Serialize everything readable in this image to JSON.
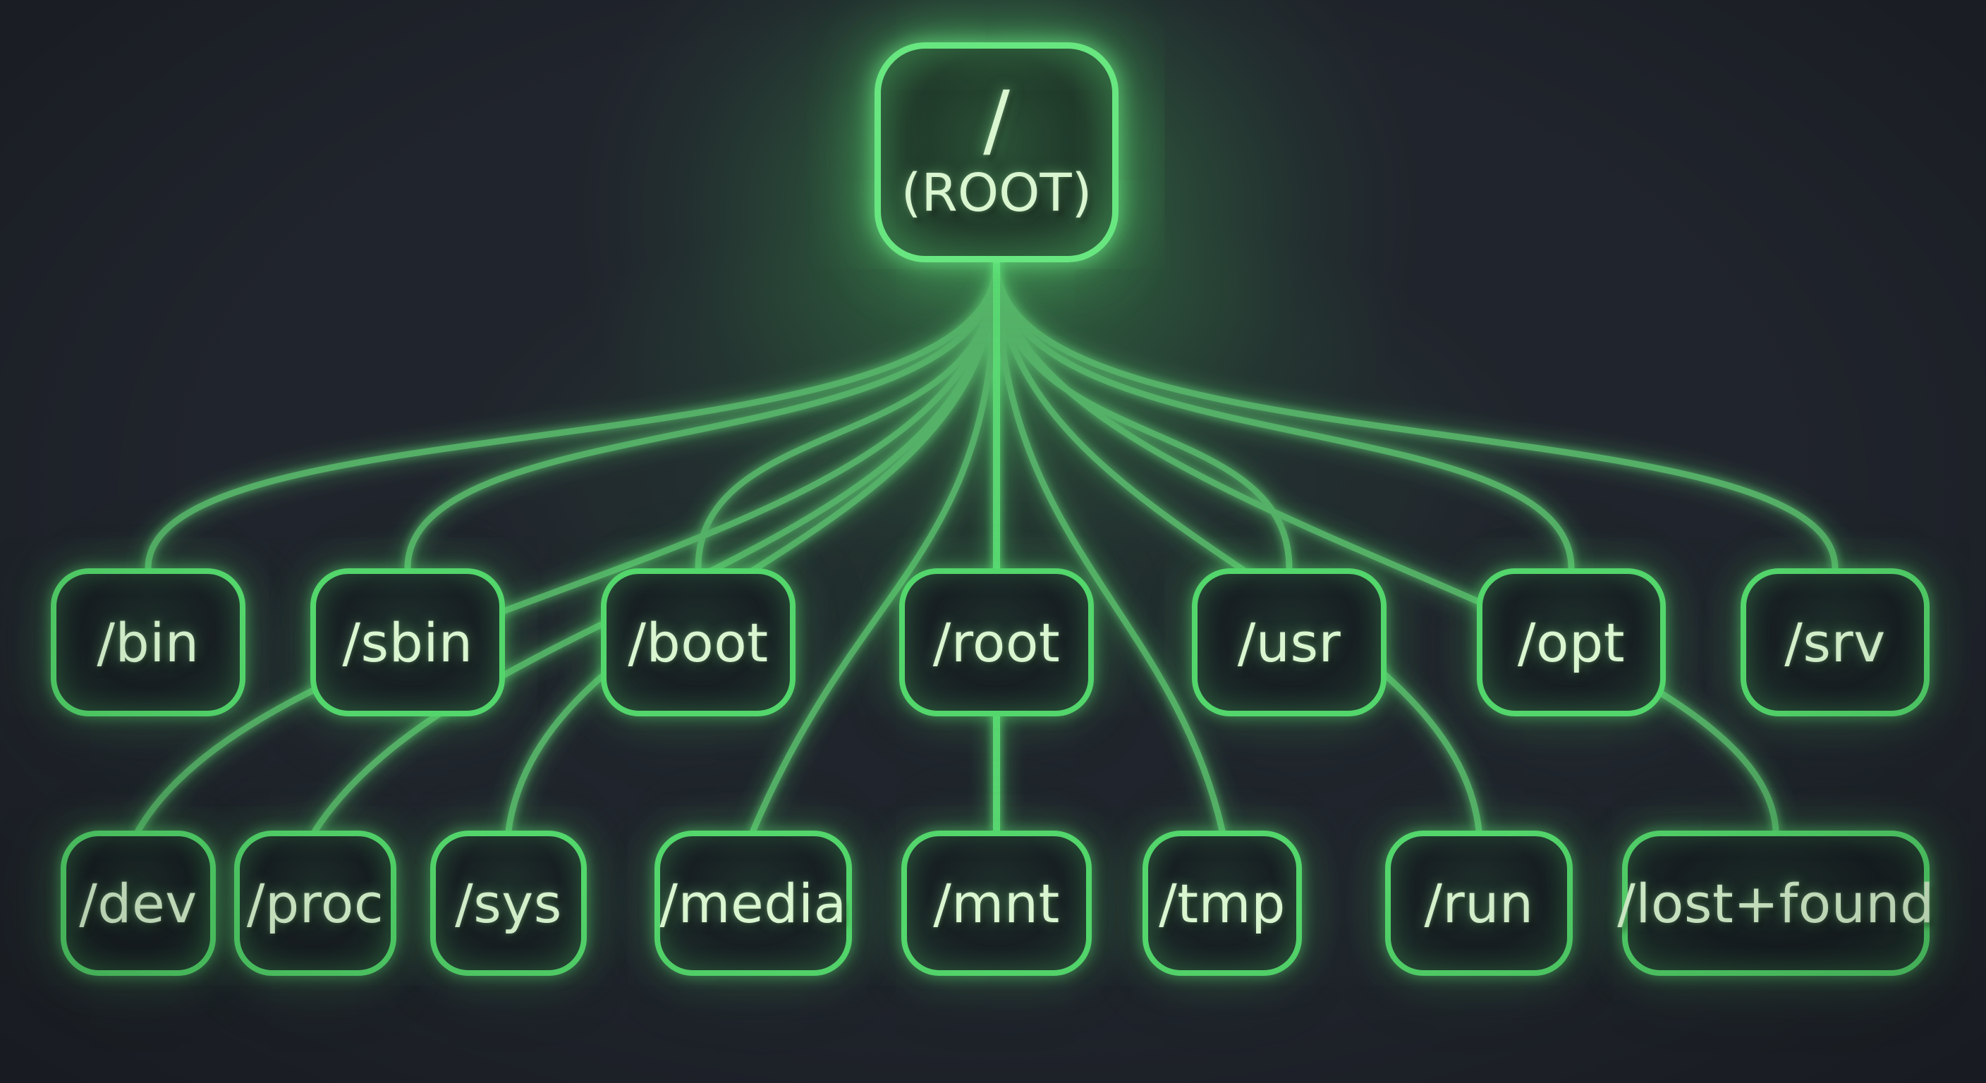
{
  "diagram": {
    "type": "filesystem-hierarchy-tree",
    "root": {
      "label": "/",
      "sublabel": "(ROOT)"
    },
    "row1": [
      {
        "label": "/bin"
      },
      {
        "label": "/sbin"
      },
      {
        "label": "/boot"
      },
      {
        "label": "/root"
      },
      {
        "label": "/usr"
      },
      {
        "label": "/opt"
      },
      {
        "label": "/srv"
      }
    ],
    "row2": [
      {
        "label": "/dev"
      },
      {
        "label": "/proc"
      },
      {
        "label": "/sys"
      },
      {
        "label": "/media"
      },
      {
        "label": "/mnt"
      },
      {
        "label": "/tmp"
      },
      {
        "label": "/run"
      },
      {
        "label": "/lost+found"
      }
    ],
    "edges": [
      {
        "from": "/",
        "to": "/bin"
      },
      {
        "from": "/",
        "to": "/sbin"
      },
      {
        "from": "/",
        "to": "/boot"
      },
      {
        "from": "/",
        "to": "/root"
      },
      {
        "from": "/",
        "to": "/usr"
      },
      {
        "from": "/",
        "to": "/opt"
      },
      {
        "from": "/",
        "to": "/srv"
      },
      {
        "from": "/",
        "to": "/dev"
      },
      {
        "from": "/",
        "to": "/proc"
      },
      {
        "from": "/",
        "to": "/sys"
      },
      {
        "from": "/",
        "to": "/media"
      },
      {
        "from": "/",
        "to": "/mnt"
      },
      {
        "from": "/",
        "to": "/tmp"
      },
      {
        "from": "/",
        "to": "/run"
      },
      {
        "from": "/",
        "to": "/lost+found"
      }
    ],
    "colors": {
      "background": "#20242c",
      "node_border": "#53d66b",
      "root_border": "#68e680",
      "connector": "#55b168",
      "trunk_connector": "#5bd974",
      "label_text": "#d9f6d0",
      "glow": "#57dd6f"
    }
  }
}
